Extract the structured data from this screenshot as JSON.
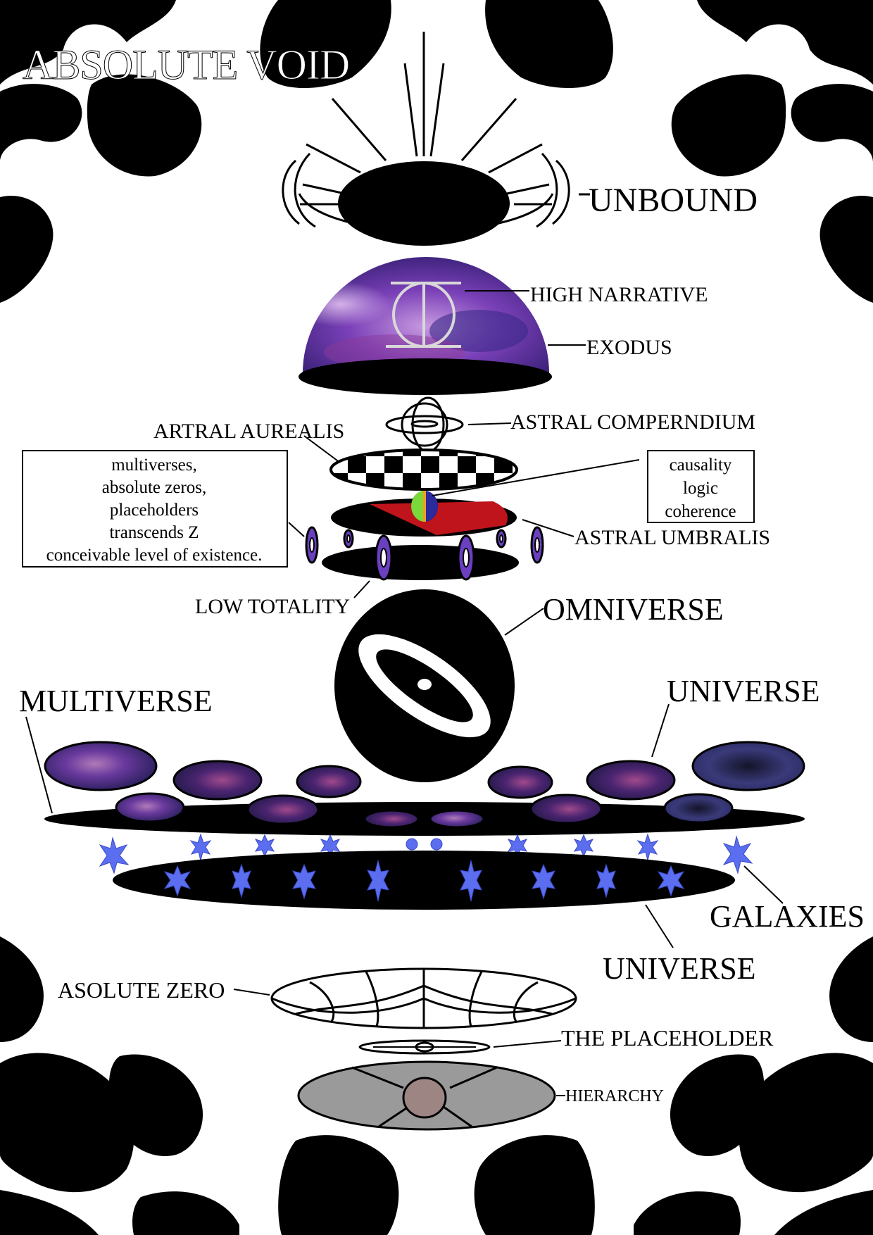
{
  "title": "ABSOLUTE VOID",
  "labels": {
    "unbound": "UNBOUND",
    "high_narrative": "HIGH NARRATIVE",
    "exodus": "EXODUS",
    "astral_compendium": "ASTRAL COMPERNDIUM",
    "artral_aurealis": "ARTRAL AUREALIS",
    "astral_umbralis": "ASTRAL UMBRALIS",
    "low_totality": "LOW TOTALITY",
    "omniverse": "OMNIVERSE",
    "multiverse": "MULTIVERSE",
    "universe_top": "UNIVERSE",
    "galaxies": "GALAXIES",
    "universe_bottom": "UNIVERSE",
    "absolute_zero": "ASOLUTE ZERO",
    "placeholder": "THE PLACEHOLDER",
    "hierarchy": "HIERARCHY"
  },
  "left_box": {
    "lines": [
      "multiverses,",
      "absolute zeros,",
      "placeholders",
      "transcends Z",
      "conceivable level of existence."
    ]
  },
  "right_box": {
    "lines": [
      "causality",
      "logic",
      "coherence"
    ]
  },
  "colors": {
    "ink": "#000000",
    "paper": "#ffffff",
    "galaxy_purple": "#4b2a8a",
    "star_blue": "#5b6ef0",
    "portal_purple": "#6a3fc0",
    "umbralis_red": "#c0141c",
    "hierarchy_gray": "#9a9a9a",
    "hierarchy_core": "#9c8583"
  }
}
